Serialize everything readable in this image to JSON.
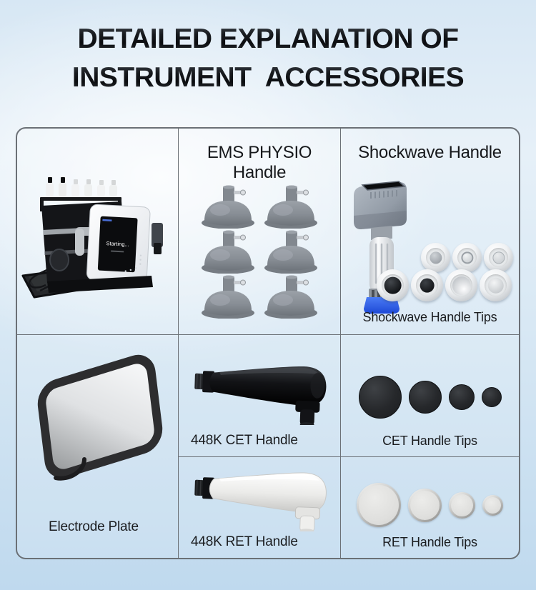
{
  "title": {
    "line1": "DETAILED EXPLANATION OF",
    "line2": "INSTRUMENT  ACCESSORIES"
  },
  "colors": {
    "background_top": "#d7e7f4",
    "background_bottom": "#bfd9ee",
    "table_border": "#6b7076",
    "title_dark": "#0b0d10",
    "shockwave_tip_blue": "#2b55e2",
    "cet_tip_black": "#26282b",
    "ret_tip_gray": "#dfdfdd"
  },
  "cells": {
    "machine": {
      "screen_text": "Starting..."
    },
    "ems_physio": {
      "heading": "EMS PHYSIO Handle"
    },
    "shockwave": {
      "heading": "Shockwave Handle",
      "tips_label": "Shockwave Handle Tips"
    },
    "electrode": {
      "label": "Electrode Plate"
    },
    "cet_handle": {
      "label": "448K CET Handle"
    },
    "cet_tips": {
      "label": "CET Handle Tips"
    },
    "ret_handle": {
      "label": "448K RET Handle"
    },
    "ret_tips": {
      "label": "RET Handle Tips"
    }
  }
}
